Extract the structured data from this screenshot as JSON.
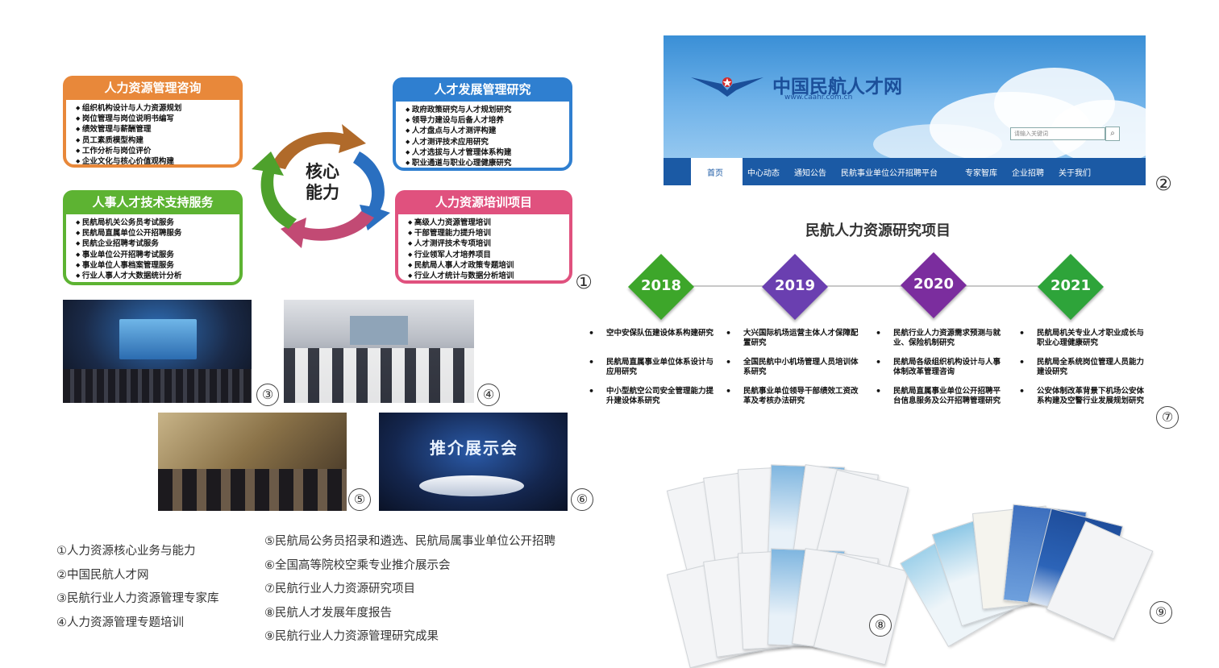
{
  "quadrants": {
    "top_left": {
      "title": "人力资源管理咨询",
      "color": "#e8883a",
      "items": [
        "组织机构设计与人力资源规划",
        "岗位管理与岗位说明书编写",
        "绩效管理与薪酬管理",
        "员工素质模型构建",
        "工作分析与岗位评价",
        "企业文化与核心价值观构建"
      ]
    },
    "top_right": {
      "title": "人才发展管理研究",
      "color": "#2f7fd0",
      "items": [
        "政府政策研究与人才规划研究",
        "领导力建设与后备人才培养",
        "人才盘点与人才测评构建",
        "人才测评技术应用研究",
        "人才选拔与人才管理体系构建",
        "职业通道与职业心理健康研究"
      ]
    },
    "bottom_left": {
      "title": "人事人才技术支持服务",
      "color": "#5db332",
      "items": [
        "民航局机关公务员考试服务",
        "民航局直属单位公开招聘服务",
        "民航企业招聘考试服务",
        "事业单位公开招聘考试服务",
        "事业单位人事档案管理服务",
        "行业人事人才大数据统计分析"
      ]
    },
    "bottom_right": {
      "title": "人力资源培训项目",
      "color": "#e0517e",
      "items": [
        "高级人力资源管理培训",
        "干部管理能力提升培训",
        "人才测评技术专项培训",
        "行业领军人才培养项目",
        "民航局人事人才政策专题培训",
        "行业人才统计与数据分析培训"
      ]
    },
    "center_line1": "核心",
    "center_line2": "能力"
  },
  "site": {
    "title": "中国民航人才网",
    "domain": "www.caahr.com.cn",
    "nav": [
      "首页",
      "中心动态",
      "通知公告",
      "民航事业单位公开招聘平台",
      "专家智库",
      "企业招聘",
      "关于我们"
    ],
    "search_placeholder": "请输入关键词"
  },
  "timeline": {
    "title": "民航人力资源研究项目",
    "years": [
      {
        "year": "2018",
        "color": "#3da62a",
        "items": [
          "空中安保队伍建设体系构建研究",
          "民航局直属事业单位体系设计与应用研究",
          "中小型航空公司安全管理能力提升建设体系研究"
        ]
      },
      {
        "year": "2019",
        "color": "#6a3fb0",
        "items": [
          "大兴国际机场运营主体人才保障配置研究",
          "全国民航中小机场管理人员培训体系研究",
          "民航事业单位领导干部绩效工资改革及考核办法研究"
        ]
      },
      {
        "year": "2020",
        "color": "#7b2d9e",
        "items": [
          "民航行业人力资源需求预测与就业、保险机制研究",
          "民航局各级组织机构设计与人事体制改革管理咨询",
          "民航局直属事业单位公开招聘平台信息服务及公开招聘管理研究"
        ]
      },
      {
        "year": "2021",
        "color": "#2ea43a",
        "items": [
          "民航局机关专业人才职业成长与职业心理健康研究",
          "民航局全系统岗位管理人员能力建设研究",
          "公安体制改革背景下机场公安体系构建及空警行业发展规划研究"
        ]
      }
    ]
  },
  "photos": {
    "p6_caption": "推介展示会"
  },
  "labels": {
    "n1": "①",
    "n2": "②",
    "n3": "③",
    "n4": "④",
    "n5": "⑤",
    "n6": "⑥",
    "n7": "⑦",
    "n8": "⑧",
    "n9": "⑨"
  },
  "legend_left": [
    "①人力资源核心业务与能力",
    "②中国民航人才网",
    "③民航行业人力资源管理专家库",
    "④人力资源管理专题培训"
  ],
  "legend_right": [
    "⑤民航局公务员招录和遴选、民航局属事业单位公开招聘",
    "⑥全国高等院校空乘专业推介展示会",
    "⑦民航行业人力资源研究项目",
    "⑧民航人才发展年度报告",
    "⑨民航行业人力资源管理研究成果"
  ]
}
